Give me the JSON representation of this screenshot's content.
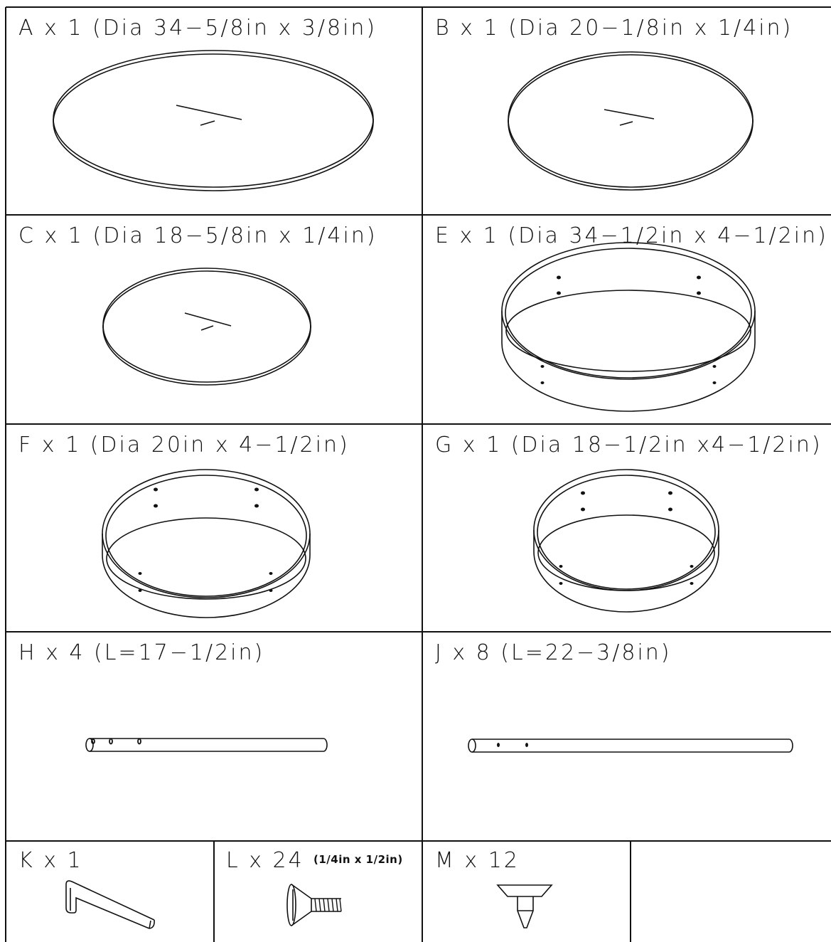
{
  "parts": {
    "A": {
      "label": "A x 1 (Dia 34−5/8in x 3/8in)"
    },
    "B": {
      "label": "B x 1 (Dia 20−1/8in x 1/4in)"
    },
    "C": {
      "label": "C x 1 (Dia 18−5/8in x 1/4in)"
    },
    "E": {
      "label": "E x 1 (Dia 34−1/2in x 4−1/2in)"
    },
    "F": {
      "label": "F x 1 (Dia 20in x 4−1/2in)"
    },
    "G": {
      "label": "G x 1 (Dia 18−1/2in x4−1/2in)"
    },
    "H": {
      "label": "H x 4 (L=17−1/2in)"
    },
    "J": {
      "label": "J x 8 (L=22−3/8in)"
    },
    "K": {
      "label": "K x 1"
    },
    "L": {
      "label": "L x 24",
      "size": "(1/4in x 1/2in)"
    },
    "M": {
      "label": "M x 12"
    }
  }
}
